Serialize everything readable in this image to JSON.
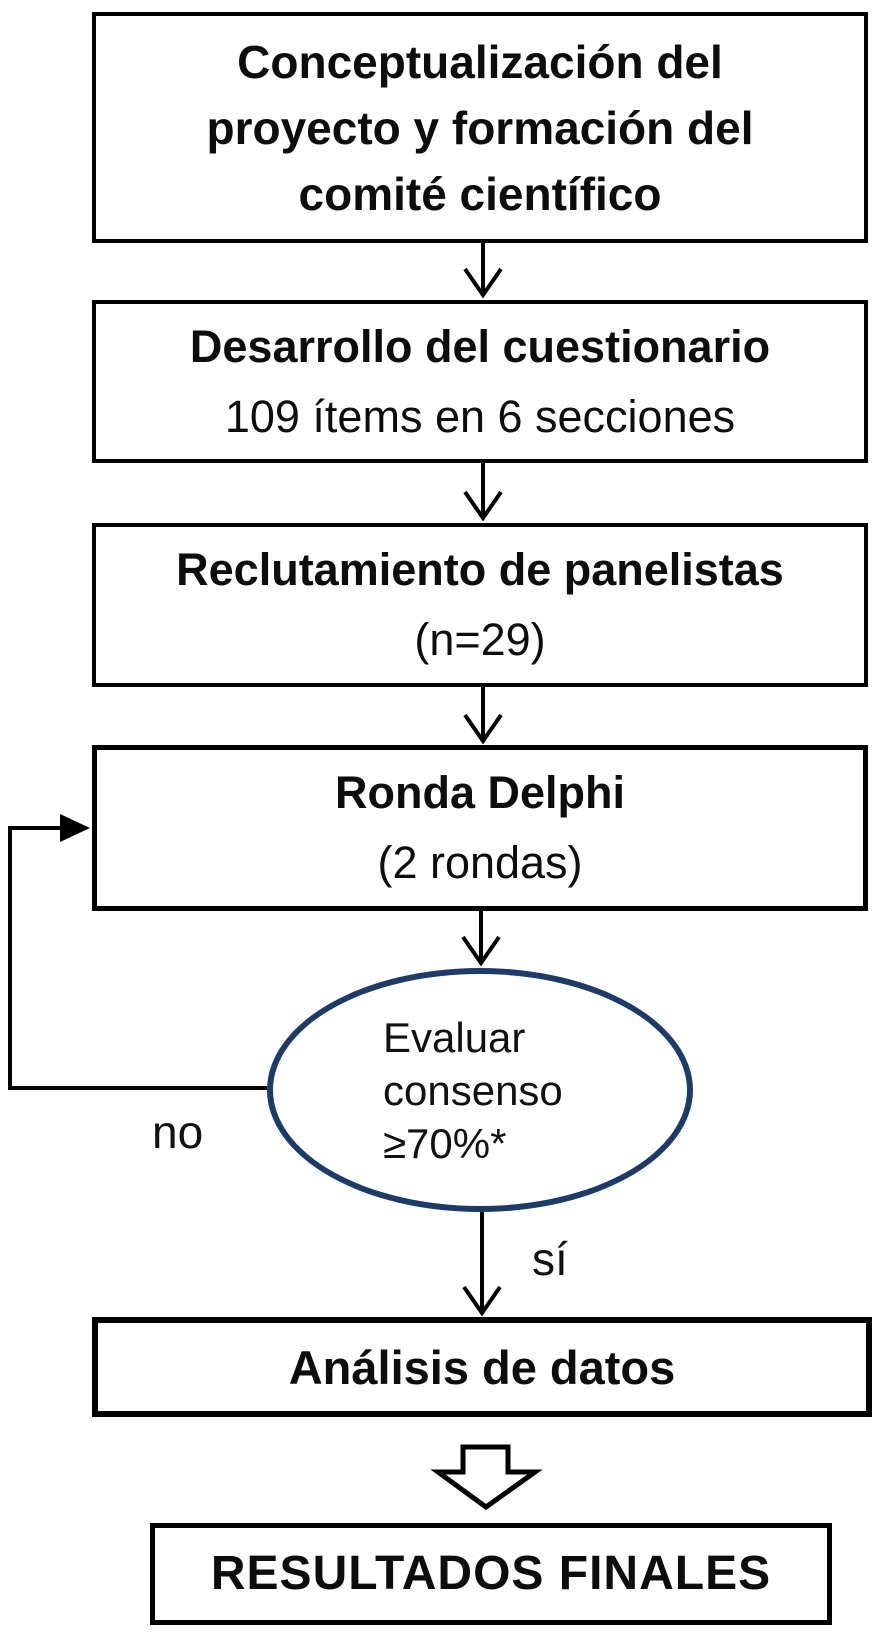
{
  "flowchart": {
    "box_conceptualizacion": {
      "lines": [
        "Conceptualización del",
        "proyecto y formación del",
        "comité científico"
      ]
    },
    "box_cuestionario": {
      "title": "Desarrollo del cuestionario",
      "subtitle": "109 ítems en 6 secciones"
    },
    "box_reclutamiento": {
      "title": "Reclutamiento de panelistas",
      "subtitle": "(n=29)"
    },
    "box_ronda_delphi": {
      "title": "Ronda Delphi",
      "subtitle": "(2 rondas)"
    },
    "decision_consenso": {
      "lines": [
        "Evaluar",
        "consenso",
        "≥70%*"
      ]
    },
    "box_analisis": {
      "title": "Análisis de datos"
    },
    "box_resultados": {
      "title": "RESULTADOS FINALES"
    },
    "labels": {
      "no": "no",
      "si": "sí"
    },
    "colors": {
      "box_border": "#000000",
      "ellipse_border": "#1e3a66",
      "background": "#ffffff",
      "text": "#0d0d0d"
    }
  }
}
